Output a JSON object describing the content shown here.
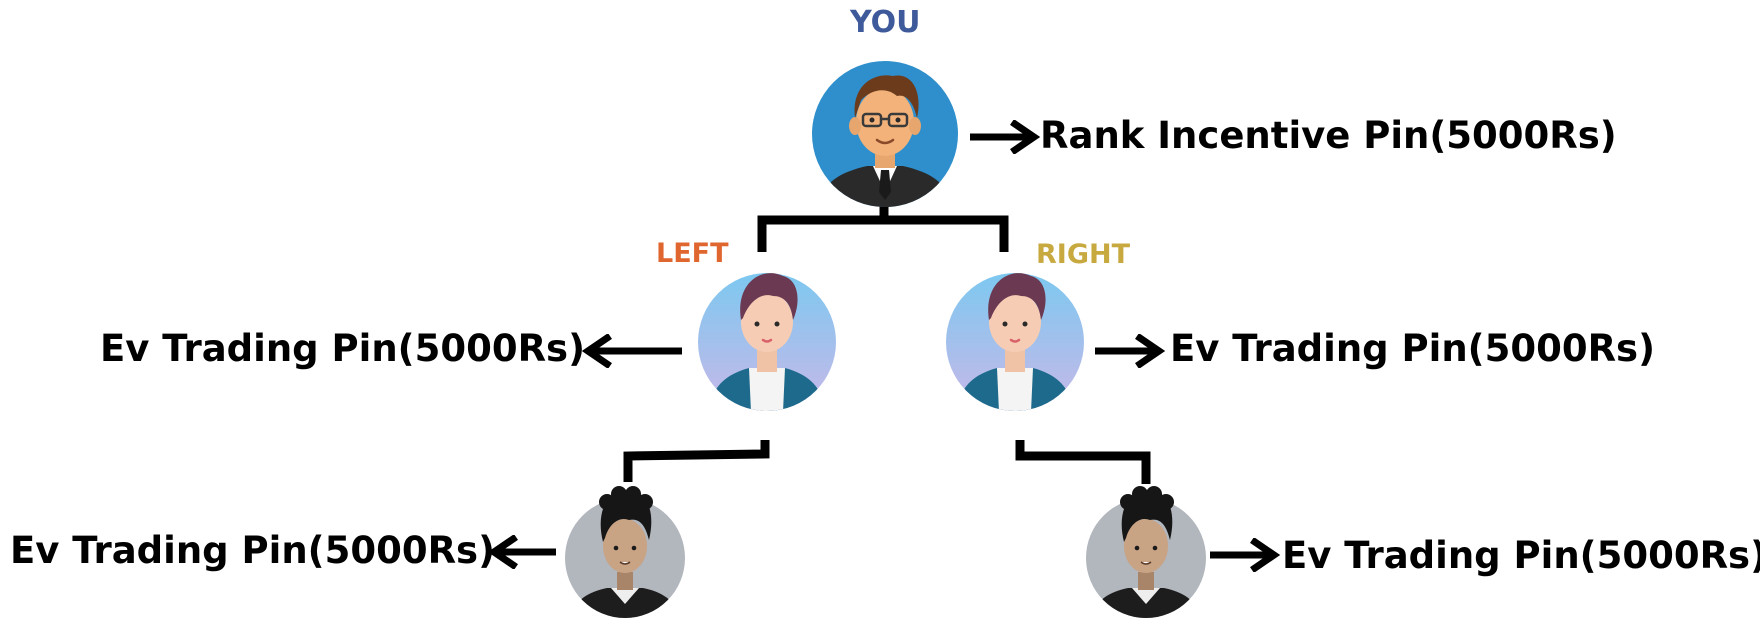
{
  "nodes": {
    "root": {
      "label": "YOU",
      "pin": "Rank Incentive Pin(5000Rs)"
    },
    "left": {
      "label": "LEFT",
      "pin": "Ev Trading Pin(5000Rs)"
    },
    "right": {
      "label": "RIGHT",
      "pin": "Ev Trading Pin(5000Rs)"
    },
    "left_child": {
      "pin": "Ev Trading Pin(5000Rs)"
    },
    "right_child": {
      "pin": "Ev Trading Pin(5000Rs)"
    }
  },
  "colors": {
    "you_label": "#3e5a9a",
    "left_label": "#e0662f",
    "right_label": "#c7a940",
    "connector": "#000000",
    "root_avatar_bg": "#2e8fcc",
    "mid_avatar_bg_top": "#7cc8f0",
    "mid_avatar_bg_bottom": "#c9b8e8",
    "bottom_avatar_bg": "#b2b6bd"
  },
  "icons": {
    "root_avatar": "businessman-avatar-icon",
    "mid_avatar": "young-man-avatar-icon",
    "bottom_avatar": "curly-hair-man-avatar-icon",
    "arrow_right": "arrow-right-icon",
    "arrow_left": "arrow-left-icon"
  }
}
